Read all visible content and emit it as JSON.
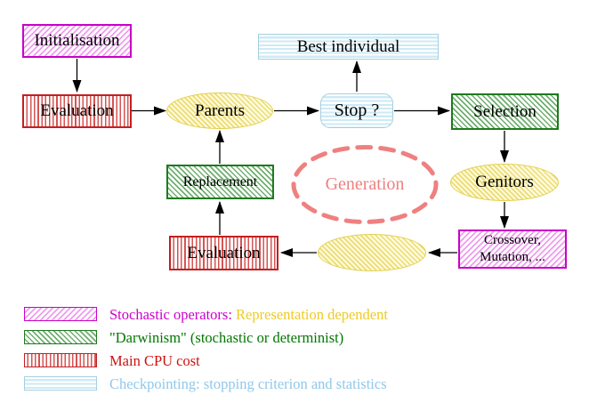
{
  "nodes": {
    "initialisation": "Initialisation",
    "best_individual": "Best individual",
    "evaluation_top": "Evaluation",
    "parents": "Parents",
    "stop": "Stop ?",
    "selection": "Selection",
    "replacement": "Replacement",
    "generation": "Generation",
    "genitors": "Genitors",
    "evaluation_bottom": "Evaluation",
    "crossover_mutation": "Crossover,\nMutation, ..."
  },
  "legend": {
    "stochastic_label": "Stochastic operators:",
    "stochastic_note": "Representation dependent",
    "darwinism": "\"Darwinism\" (stochastic or determinist)",
    "cpu": "Main CPU cost",
    "checkpointing": "Checkpointing: stopping criterion and statistics"
  },
  "colors": {
    "magenta": "#cc00cc",
    "green_border": "#1e7a1e",
    "green_text": "#007700",
    "red": "#cc1111",
    "blue_border": "#a5cfdf",
    "blue_text": "#90c8ea",
    "yellow_border": "#e3d051",
    "gold_text": "#eecb22",
    "salmon": "#ef8080",
    "arrow": "#000000"
  }
}
